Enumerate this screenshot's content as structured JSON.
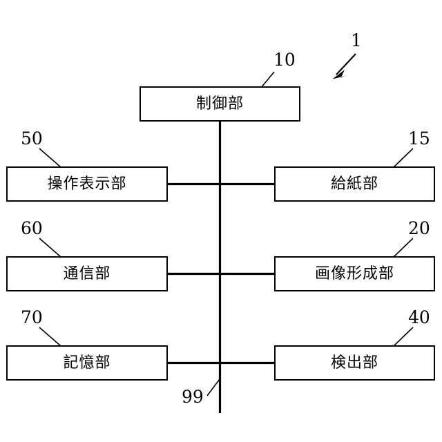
{
  "figure": {
    "type": "patent-block-diagram",
    "apparatus_ref": "1",
    "bus_ref": "99",
    "blocks": [
      {
        "ref": "10",
        "label": "制御部",
        "position": "top-center"
      },
      {
        "ref": "50",
        "label": "操作表示部",
        "position": "left-row-1"
      },
      {
        "ref": "15",
        "label": "給紙部",
        "position": "right-row-1"
      },
      {
        "ref": "60",
        "label": "通信部",
        "position": "left-row-2"
      },
      {
        "ref": "20",
        "label": "画像形成部",
        "position": "right-row-2"
      },
      {
        "ref": "70",
        "label": "記憶部",
        "position": "left-row-3"
      },
      {
        "ref": "40",
        "label": "検出部",
        "position": "right-row-3"
      }
    ],
    "colors": {
      "line": "#000000",
      "background": "#ffffff"
    }
  }
}
